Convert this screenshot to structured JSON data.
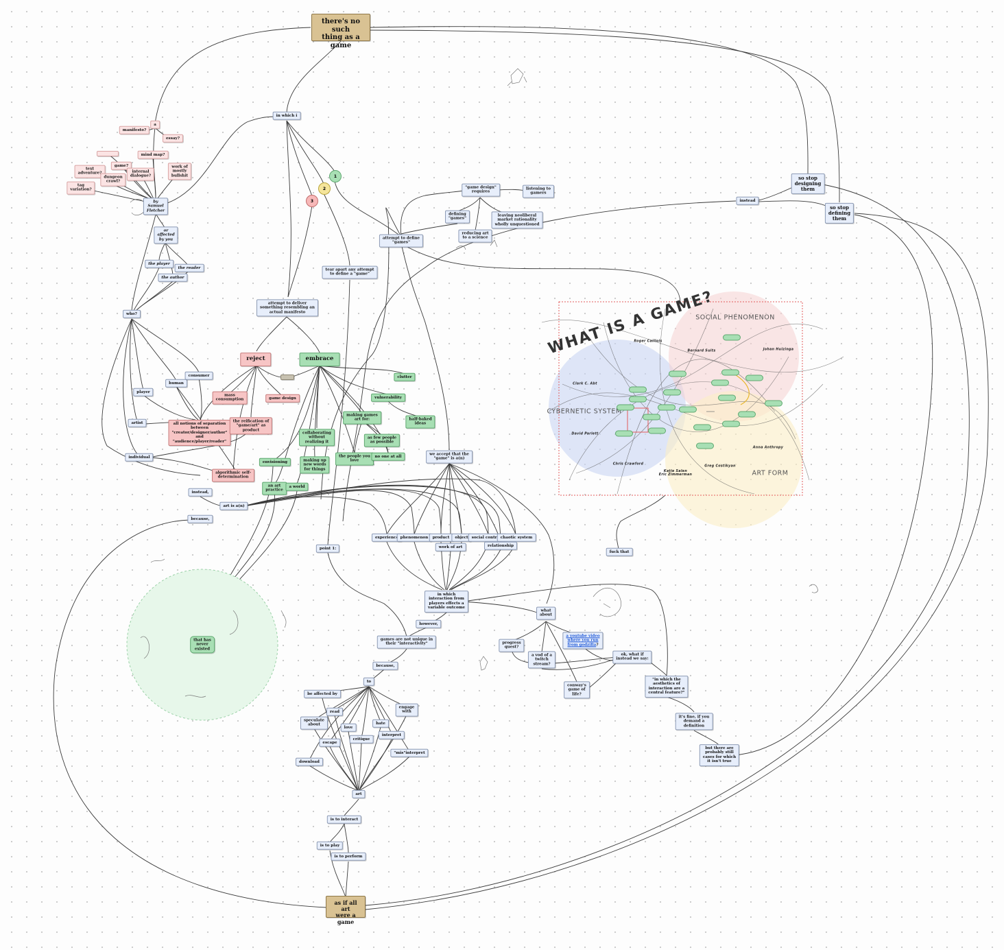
{
  "title_nodes": {
    "top": "there's no such\nthing as a game",
    "bottom": "as if all art\nwere a game"
  },
  "left_cluster": {
    "a": "a",
    "manifesto": "manifesto?",
    "essay": "essay?",
    "mind_map": "mind map?",
    "game": "game?",
    "text_adventure": "text\nadventure?",
    "dungeon_crawl": "dungeon\ncrawl?",
    "internal_dialogue": "internal\ndialogue?",
    "work_of_bullshit": "work of\nmostly\nbullshit",
    "tag_variation": "tag\nvariation?",
    "by_author": "by\nSamuel\nFletcher",
    "or_affected": "or\naffected\nby you",
    "the_player": "the player",
    "the_reader": "the reader",
    "the_author": "the author",
    "who": "who?"
  },
  "who_targets": {
    "player": "player",
    "human": "human",
    "consumer": "consumer",
    "artist": "artist",
    "individual": "individual"
  },
  "in_which_i": "in which i",
  "pins": {
    "one": "1",
    "two": "2",
    "three": "3"
  },
  "reject_branch": {
    "attempt_manifesto": "attempt to deliver\nsomething resembling an\nactual manifesto",
    "reject": "reject",
    "mass_consumption": "mass\nconsumption",
    "game_design": "game design",
    "separation": "all notions of separation\nbetween\n\"creator/designer/author\"\nand\n\"audience/player/reader\"",
    "reification": "the reification of\n\"game/art\" as\nproduct",
    "algorithmic": "algorithmic self-\ndetermination"
  },
  "embrace_branch": {
    "embrace": "embrace",
    "clutter": "clutter",
    "vulnerability": "vulnerability",
    "making_games_for": "making games\nart for:",
    "half_baked": "half-baked\nideas",
    "few_people": "as few people\nas possible",
    "collaborating": "collaborating\nwithout\nrealizing it",
    "making_words": "making up\nnew words\nfor things",
    "people_you_love": "the people you\nlove",
    "no_one": "no one at all",
    "envisioning": "envisioning",
    "an_art_practice": "an art\npractice",
    "a_world": "a world"
  },
  "instead_because": {
    "instead_left": "instead,",
    "art_is": "art is a(n)",
    "because": "because,"
  },
  "middle": {
    "tear_apart": "tear apart any attempt\nto define a \"game\"",
    "point_1": "point 1:",
    "game_design_requires": "\"game design\"\nrequires",
    "listening": "listening to\ngamers",
    "defining_games": "defining\n\"games\"",
    "neoliberal": "leaving neoliberal\nmarket rationality\nwholly unquestioned",
    "reducing_art": "reducing art\nto a science",
    "attempt_define": "attempt to define\n\"games\"",
    "we_accept": "we accept that the\n\"game\" is a(n)"
  },
  "accept_targets": {
    "experience": "experience",
    "phenomenon": "phenomenon",
    "product": "product",
    "object": "object",
    "social_contract": "social contract",
    "chaotic_system": "chaotic system",
    "work_of_art": "work of art",
    "relationship": "relationship"
  },
  "interaction": {
    "in_which": "in which\ninteraction from\nplayers effects a\nvariable outcome",
    "however": "however,",
    "not_unique": "games are not unique in\ntheir \"interactivity\"",
    "because2": "because,",
    "to": "to"
  },
  "verbs": {
    "be_affected": "be affected by",
    "read": "read",
    "engage_with": "engage\nwith",
    "speculate": "speculate\nabout",
    "love": "love",
    "hate": "hate",
    "interpret": "interpret",
    "escape": "escape",
    "critique": "critique",
    "misinterpret": "\"mis\"interpret",
    "download": "download",
    "art": "art",
    "is_to_interact": "is to interact",
    "is_to_play": "is to play",
    "is_to_perform": "is to perform"
  },
  "right_chain": {
    "what_about": "what\nabout",
    "progress_quest": "progress\nquest?",
    "vod": "a vod of a\ntwitch\nstream?",
    "youtube_link": "a youtube video\nwhere you run\nfrom godzilla",
    "youtube_q": "?",
    "conways": "conway's\ngame of\nlife?",
    "ok_what_if": "ok, what if\ninstead we say:",
    "in_which_aesthetics": "\"in which the\naesthetics of\ninteraction are a\ncentral feature?\"",
    "its_fine": "it's fine, if you\ndemand a\ndefinition",
    "but_there_are": "but there are\nprobably still\ncases for which\nit isn't true",
    "fuck_that": "fuck that",
    "that_has_never": "that has\nnever\nexisted"
  },
  "top_right": {
    "stop_designing": "so stop\ndesigning\nthem",
    "stop_defining": "so stop\ndefining\nthem",
    "instead": "instead"
  },
  "venn": {
    "title": "WHAT IS A GAME?",
    "social": "SOCIAL\nPHENOMENON",
    "cybernetic": "CYBERNETIC\nSYSTEM",
    "art_form": "ART FORM",
    "authors": [
      "Roger Caillois",
      "Bernard Suits",
      "Johan Huizinga",
      "Clark C. Abt",
      "David Parlett",
      "Chris Crawford",
      "Katie Salen\nEric Zimmerman",
      "Greg Costikyan",
      "Anna Anthropy"
    ],
    "colors": {
      "social": "#f6d2d2",
      "cybernetic": "#c9d6f3",
      "art": "#fbeec6",
      "frame": "#e35b5b"
    }
  },
  "colors": {
    "blue": "#e7eefb",
    "red": "#f7c5c5",
    "green": "#a8dfb4",
    "tan": "#d9c293"
  }
}
